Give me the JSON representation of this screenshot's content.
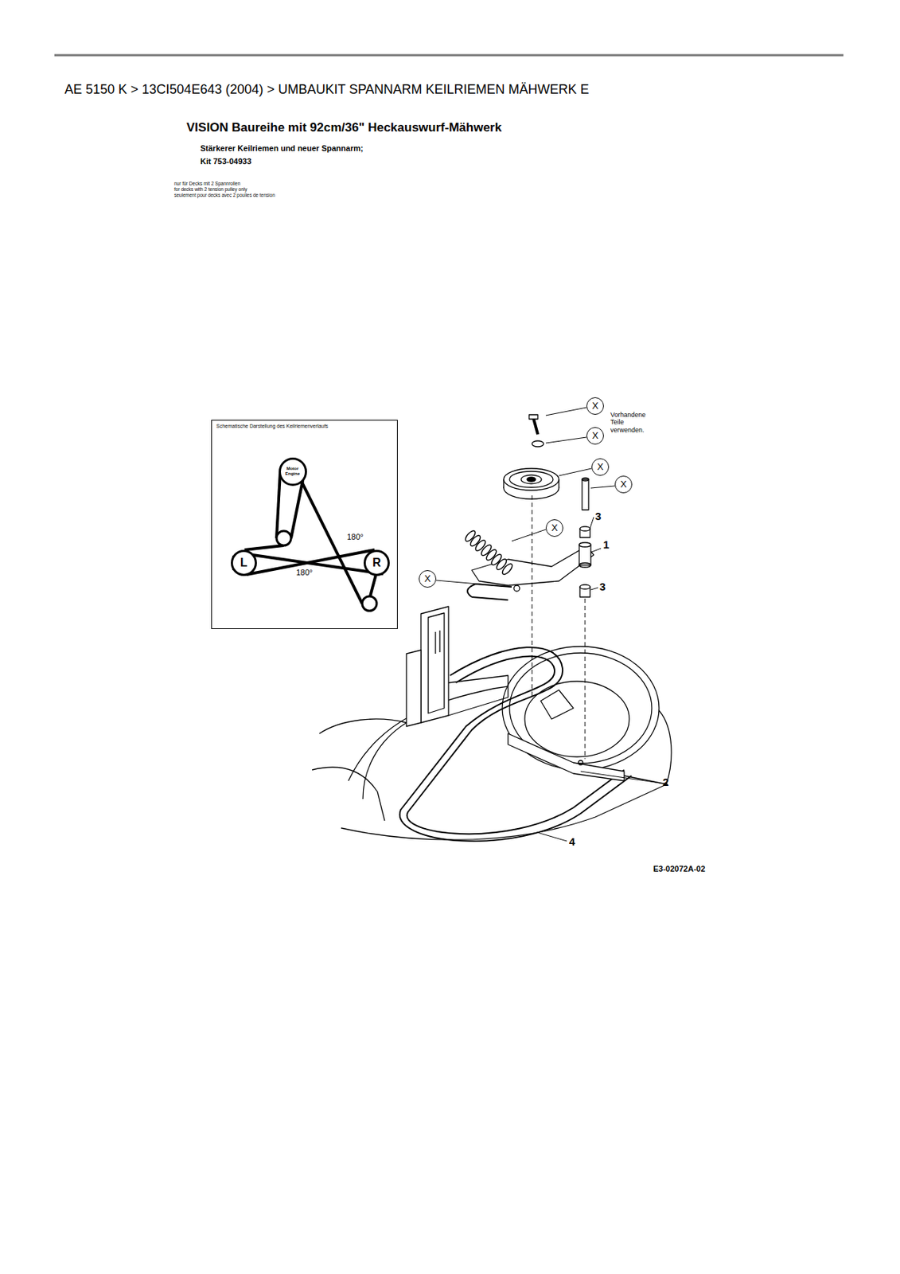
{
  "diagram": {
    "title": "AE 5150 K  >  13CI504E643 (2004)  >  UMBAUKIT SPANNARM KEILRIEMEN MÄHWERK E",
    "nodes": [
      {
        "text": [
          "Schematische Darstellung des Keilriemenverlaufs"
        ]
      },
      {
        "text": [
          "Motor Engine"
        ],
        "in": 0
      },
      {
        "text": [
          "L"
        ],
        "in": 0
      },
      {
        "text": [
          "R"
        ],
        "in": 0
      },
      {
        "text": [
          "X"
        ]
      },
      {
        "text": [
          "X"
        ]
      },
      {
        "text": [
          "X"
        ]
      },
      {
        "text": [
          "X"
        ]
      },
      {
        "text": [
          "X"
        ]
      },
      {
        "text": [
          "X"
        ]
      }
    ],
    "labels": [
      "VISION Baureihe mit 92cm/36\" Heckauswurf-Mähwerk",
      "Stärkerer Keilriemen und neuer Spannarm;",
      "Kit 753-04933",
      "nur für Decks mit 2 Spannrollen",
      "for decks with 2 tension pulley only",
      "seulement pour decks avec 2 poulies de tension",
      "180°",
      "180°",
      "Vorhandene Teile verwenden.",
      "3",
      "1",
      "3",
      "2",
      "4",
      "E3-02072A-02"
    ]
  }
}
